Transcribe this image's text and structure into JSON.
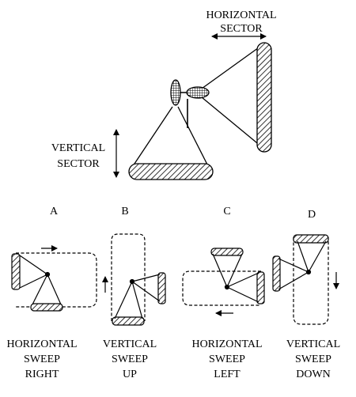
{
  "top_labels": {
    "horizontal_sector": [
      "HORIZONTAL",
      "SECTOR"
    ],
    "vertical_sector": [
      "VERTICAL",
      "SECTOR"
    ]
  },
  "panels": [
    {
      "letter": "A",
      "caption": [
        "HORIZONTAL",
        "SWEEP",
        "RIGHT"
      ]
    },
    {
      "letter": "B",
      "caption": [
        "VERTICAL",
        "SWEEP",
        "UP"
      ]
    },
    {
      "letter": "C",
      "caption": [
        "HORIZONTAL",
        "SWEEP",
        "LEFT"
      ]
    },
    {
      "letter": "D",
      "caption": [
        "VERTICAL",
        "SWEEP",
        "DOWN"
      ]
    }
  ],
  "colors": {
    "line": "#000000",
    "background": "#ffffff"
  }
}
